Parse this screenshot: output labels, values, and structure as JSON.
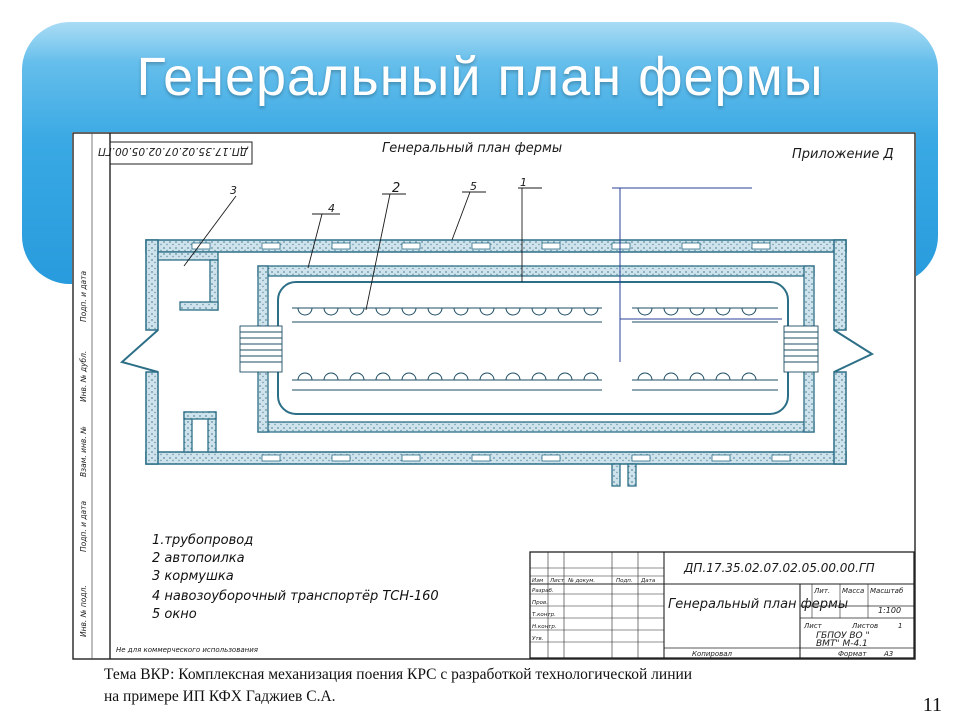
{
  "slide": {
    "title": "Генеральный план фермы",
    "page_number": "11",
    "caption_line1": "Тема ВКР: Комплексная механизация поения КРС с разработкой технологической линии",
    "caption_line2": "на примере  ИП КФХ Гаджиев С.А."
  },
  "drawing": {
    "sheet_title": "Генеральный план фермы",
    "appendix_label": "Приложение Д",
    "corner_code": "ДП.17.35.02.07.02.05.00.ГП",
    "callouts": [
      "1",
      "2",
      "3",
      "4",
      "5"
    ],
    "legend": [
      "1.трубопровод",
      "2 автопоилка",
      "3 кормушка",
      "4 навозоуборочный транспортёр ТСН-160",
      "5 окно"
    ],
    "title_block": {
      "code": "ДП.17.35.02.07.02.05.00.00.ГП",
      "name": "Генеральный план фермы",
      "col_stage": "Лит.",
      "col_mass": "Масса",
      "col_scale": "Масштаб",
      "scale": "1:100",
      "sheet_label": "Лист",
      "sheets_label": "Листов",
      "sheets_count": "1",
      "org_line1": "ГБПОУ ВО \"",
      "org_line2": "ВМТ\" М-4.1",
      "copied": "Копировал",
      "format": "Формат",
      "format_value": "А3",
      "rows": [
        "Изм",
        "Лист",
        "№ докум.",
        "Подп.",
        "Дата"
      ],
      "roles": [
        "Разраб.",
        "Пров.",
        "Т.контр.",
        "Н.контр.",
        "Утв."
      ]
    },
    "side_strip": [
      "Инв. № подл.",
      "Подп. и дата",
      "Взам. инв. №",
      "Инв. № дубл.",
      "Подп. и дата"
    ],
    "bottom_note": "Не для коммерческого использования"
  }
}
